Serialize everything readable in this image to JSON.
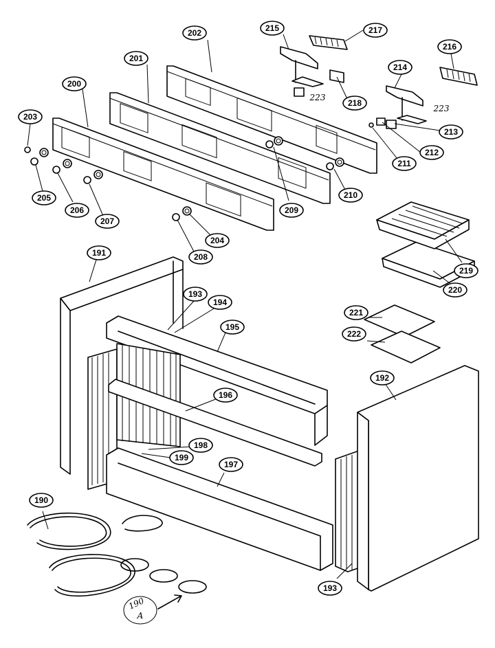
{
  "callouts": [
    {
      "id": "c202",
      "text": "202"
    },
    {
      "id": "c215",
      "text": "215"
    },
    {
      "id": "c217",
      "text": "217"
    },
    {
      "id": "c216",
      "text": "216"
    },
    {
      "id": "c201",
      "text": "201"
    },
    {
      "id": "c214",
      "text": "214"
    },
    {
      "id": "c200",
      "text": "200"
    },
    {
      "id": "c218",
      "text": "218"
    },
    {
      "id": "c203",
      "text": "203"
    },
    {
      "id": "c213",
      "text": "213"
    },
    {
      "id": "c212",
      "text": "212"
    },
    {
      "id": "c211",
      "text": "211"
    },
    {
      "id": "c205",
      "text": "205"
    },
    {
      "id": "c206",
      "text": "206"
    },
    {
      "id": "c207",
      "text": "207"
    },
    {
      "id": "c209",
      "text": "209"
    },
    {
      "id": "c210",
      "text": "210"
    },
    {
      "id": "c204",
      "text": "204"
    },
    {
      "id": "c208",
      "text": "208"
    },
    {
      "id": "c191",
      "text": "191"
    },
    {
      "id": "c219",
      "text": "219"
    },
    {
      "id": "c220",
      "text": "220"
    },
    {
      "id": "c193a",
      "text": "193"
    },
    {
      "id": "c194",
      "text": "194"
    },
    {
      "id": "c195",
      "text": "195"
    },
    {
      "id": "c221",
      "text": "221"
    },
    {
      "id": "c222",
      "text": "222"
    },
    {
      "id": "c192",
      "text": "192"
    },
    {
      "id": "c196",
      "text": "196"
    },
    {
      "id": "c198",
      "text": "198"
    },
    {
      "id": "c199",
      "text": "199"
    },
    {
      "id": "c197",
      "text": "197"
    },
    {
      "id": "c190",
      "text": "190"
    },
    {
      "id": "c193b",
      "text": "193"
    }
  ],
  "handwritten": [
    {
      "id": "h223a",
      "text": "223"
    },
    {
      "id": "h223b",
      "text": "223"
    },
    {
      "id": "h190a",
      "text": "190"
    },
    {
      "id": "h190aA",
      "text": "A"
    }
  ]
}
